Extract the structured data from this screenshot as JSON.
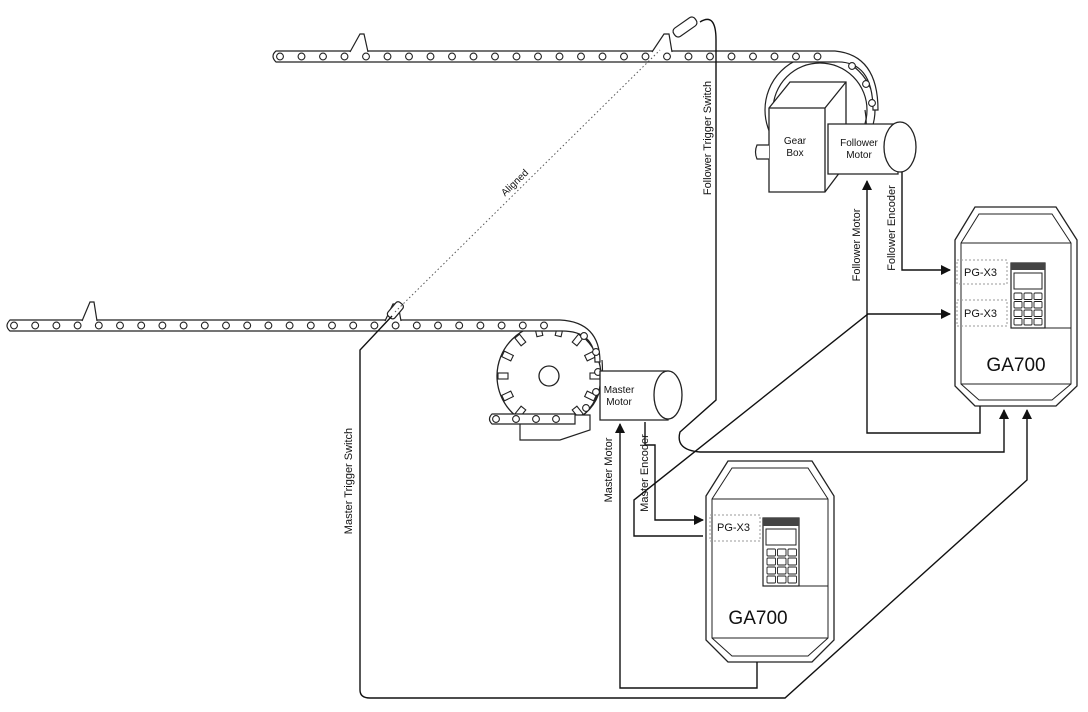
{
  "diagram": {
    "labels": {
      "aligned": "Aligned",
      "follower_trigger_switch": "Follower Trigger Switch",
      "master_trigger_switch": "Master Trigger Switch",
      "follower_encoder": "Follower Encoder",
      "follower_motor_wire": "Follower Motor",
      "master_motor_wire": "Master Motor",
      "master_encoder": "Master Encoder"
    },
    "gear_box": {
      "line1": "Gear",
      "line2": "Box"
    },
    "follower_motor": {
      "line1": "Follower",
      "line2": "Motor"
    },
    "master_motor": {
      "line1": "Master",
      "line2": "Motor"
    },
    "drive_follower": {
      "name": "GA700",
      "option_top": "PG-X3",
      "option_bottom": "PG-X3"
    },
    "drive_master": {
      "name": "GA700",
      "option": "PG-X3"
    }
  }
}
